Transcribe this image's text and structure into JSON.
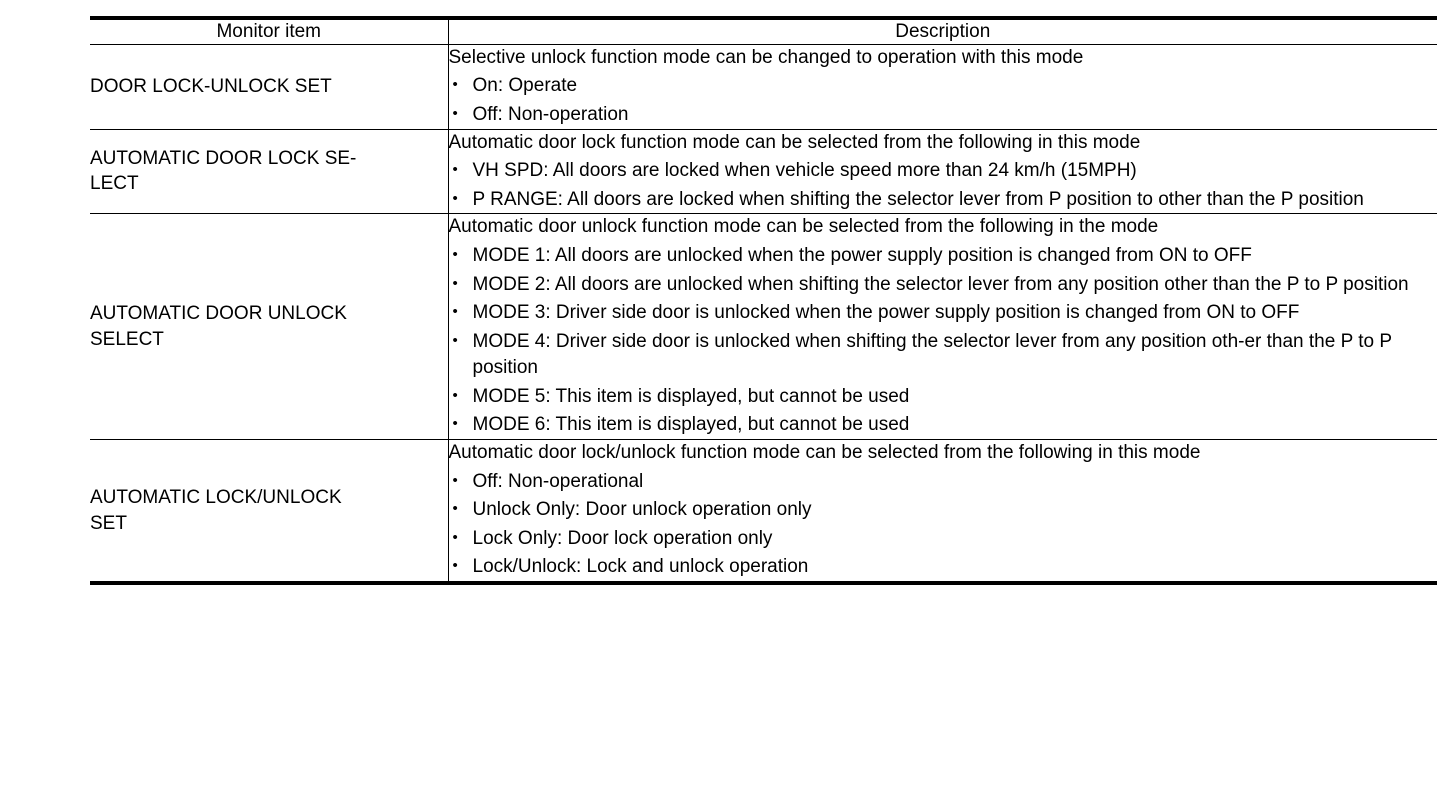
{
  "table": {
    "columns": [
      "Monitor item",
      "Description"
    ],
    "rows": [
      {
        "item": "DOOR LOCK-UNLOCK SET",
        "lead": "Selective unlock function mode can be changed to operation with this mode",
        "bullets": [
          "On: Operate",
          "Off: Non-operation"
        ]
      },
      {
        "item": "AUTOMATIC DOOR LOCK SE-\nLECT",
        "lead": "Automatic door lock function mode can be selected from the following in this mode",
        "bullets": [
          "VH SPD: All doors are locked when vehicle speed more than 24 km/h (15MPH)",
          "P RANGE: All doors are locked when shifting the selector lever from P position to other than the P position"
        ]
      },
      {
        "item": "AUTOMATIC DOOR UNLOCK\nSELECT",
        "lead": "Automatic door unlock function mode can be selected from the following in the mode",
        "bullets": [
          "MODE 1: All doors are unlocked when the power supply position is changed from ON to OFF",
          "MODE 2: All doors are unlocked when shifting the selector lever from any position other than the P to P position",
          "MODE 3: Driver side door is unlocked when the power supply position is changed from ON to OFF",
          "MODE 4: Driver side door is unlocked when shifting the selector lever from any position oth-er than the P to P position",
          "MODE 5: This item is displayed, but cannot be used",
          "MODE 6: This item is displayed, but cannot be used"
        ]
      },
      {
        "item": "AUTOMATIC LOCK/UNLOCK\nSET",
        "lead": "Automatic door lock/unlock function mode can be selected from the following in this mode",
        "bullets": [
          "Off: Non-operational",
          "Unlock Only: Door unlock operation only",
          "Lock Only: Door lock operation only",
          "Lock/Unlock: Lock and unlock operation"
        ]
      }
    ]
  }
}
